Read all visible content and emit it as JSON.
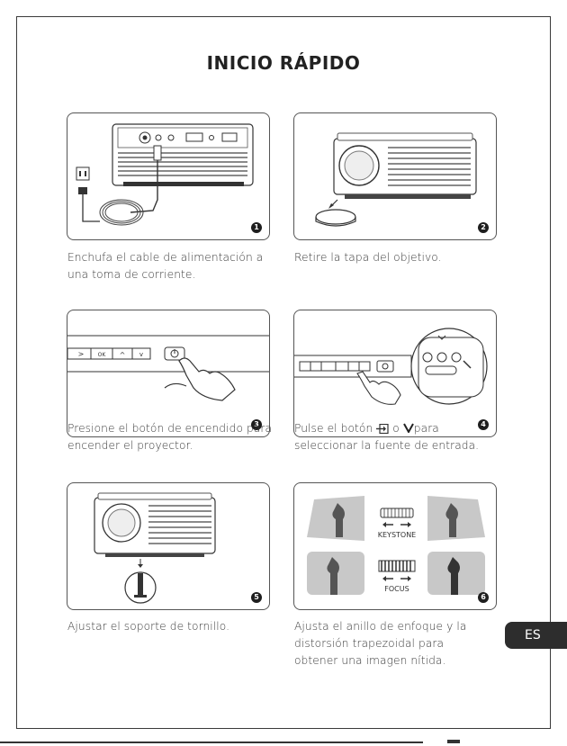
{
  "title": "INICIO RÁPIDO",
  "lang_tab": "ES",
  "steps": [
    {
      "num": "1",
      "caption": "Enchufa el cable de alimentación a una toma de corriente."
    },
    {
      "num": "2",
      "caption": "Retire la tapa del objetivo."
    },
    {
      "num": "3",
      "caption": "Presione el botón de encendido para encender el proyector."
    },
    {
      "num": "4",
      "caption_a": "Pulse el botón",
      "caption_or": "o",
      "caption_b": "para",
      "caption_c": "seleccionar la fuente de entrada."
    },
    {
      "num": "5",
      "caption": "Ajustar el soporte de tornillo."
    },
    {
      "num": "6",
      "caption": "Ajusta el anillo de enfoque y la distorsión trapezoidal para obtener una imagen nítida."
    }
  ],
  "panel_labels": {
    "ok": "OK",
    "keystone": "KEYSTONE",
    "focus": "FOCUS"
  }
}
